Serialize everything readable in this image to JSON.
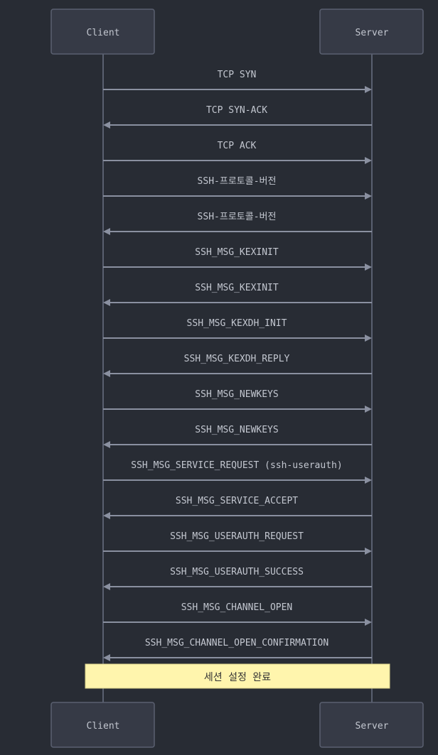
{
  "participants": [
    {
      "id": "client",
      "label": "Client"
    },
    {
      "id": "server",
      "label": "Server"
    }
  ],
  "messages": [
    {
      "from": "client",
      "to": "server",
      "label": "TCP SYN"
    },
    {
      "from": "server",
      "to": "client",
      "label": "TCP SYN-ACK"
    },
    {
      "from": "client",
      "to": "server",
      "label": "TCP ACK"
    },
    {
      "from": "client",
      "to": "server",
      "label": "SSH-프로토콜-버전"
    },
    {
      "from": "server",
      "to": "client",
      "label": "SSH-프로토콜-버전"
    },
    {
      "from": "client",
      "to": "server",
      "label": "SSH_MSG_KEXINIT"
    },
    {
      "from": "server",
      "to": "client",
      "label": "SSH_MSG_KEXINIT"
    },
    {
      "from": "client",
      "to": "server",
      "label": "SSH_MSG_KEXDH_INIT"
    },
    {
      "from": "server",
      "to": "client",
      "label": "SSH_MSG_KEXDH_REPLY"
    },
    {
      "from": "client",
      "to": "server",
      "label": "SSH_MSG_NEWKEYS"
    },
    {
      "from": "server",
      "to": "client",
      "label": "SSH_MSG_NEWKEYS"
    },
    {
      "from": "client",
      "to": "server",
      "label": "SSH_MSG_SERVICE_REQUEST (ssh-userauth)"
    },
    {
      "from": "server",
      "to": "client",
      "label": "SSH_MSG_SERVICE_ACCEPT"
    },
    {
      "from": "client",
      "to": "server",
      "label": "SSH_MSG_USERAUTH_REQUEST"
    },
    {
      "from": "server",
      "to": "client",
      "label": "SSH_MSG_USERAUTH_SUCCESS"
    },
    {
      "from": "client",
      "to": "server",
      "label": "SSH_MSG_CHANNEL_OPEN"
    },
    {
      "from": "server",
      "to": "client",
      "label": "SSH_MSG_CHANNEL_OPEN_CONFIRMATION"
    }
  ],
  "note": {
    "label": "세션 설정 완료",
    "over": [
      "client",
      "server"
    ]
  },
  "colors": {
    "background": "#282c34",
    "box_fill": "#363a46",
    "box_border": "#5a6070",
    "line": "#8a90a0",
    "note_fill": "#fff5ad",
    "note_border": "#d8d08a"
  }
}
